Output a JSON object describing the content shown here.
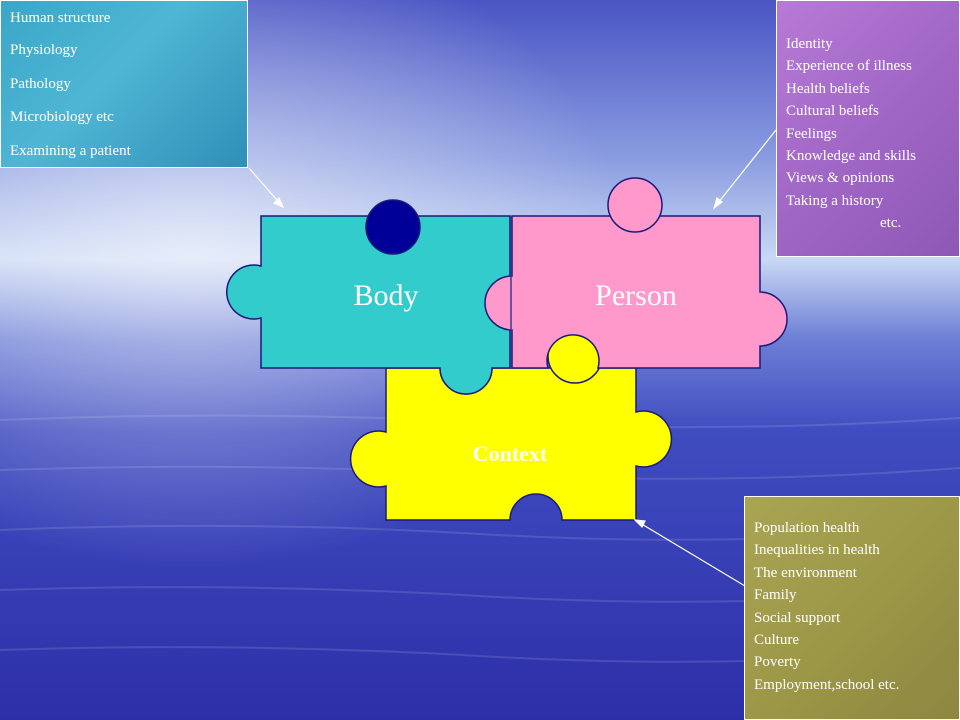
{
  "pieces": {
    "body": {
      "label": "Body",
      "color": "#33cccc"
    },
    "person": {
      "label": "Person",
      "color": "#ff99cc"
    },
    "context": {
      "label": "Context",
      "color": "#ffff00"
    },
    "knob_dark": "#000099"
  },
  "boxes": {
    "body_box": {
      "color": "#3aa6c8",
      "items": [
        "Human structure",
        "Physiology",
        "Pathology",
        "Microbiology etc",
        "Examining a patient"
      ]
    },
    "person_box": {
      "color": "#a167c6",
      "items": [
        "Identity",
        "Experience of illness",
        "Health beliefs",
        "Cultural beliefs",
        "Feelings",
        "Knowledge and skills",
        "Views & opinions",
        "Taking a history",
        "etc."
      ]
    },
    "context_box": {
      "color": "#9c9647",
      "items": [
        "Population health",
        "Inequalities in health",
        "The environment",
        "Family",
        "Social support",
        "Culture",
        "Poverty",
        "Employment,school etc."
      ]
    }
  }
}
